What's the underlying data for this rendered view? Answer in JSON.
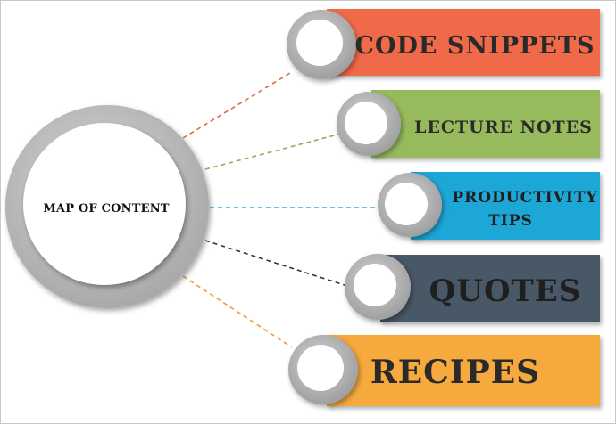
{
  "hub": {
    "label": "MAP OF CONTENT"
  },
  "items": [
    {
      "label": "CODE SNIPPETS",
      "color": "#f06a4a",
      "line_color": "#e36b43",
      "text_color": "#2a2a2a"
    },
    {
      "label": "LECTURE NOTES",
      "color": "#97bb5c",
      "line_color": "#8fae5a",
      "text_color": "#2a2a2a"
    },
    {
      "label_line1": "PRODUCTIVITY",
      "label_line2": "TIPS",
      "color": "#1aa7d6",
      "line_color": "#2ab0d8",
      "text_color": "#1f1f1f"
    },
    {
      "label": "QUOTES",
      "color": "#4a5866",
      "line_color": "#333333",
      "text_color": "#1f1f1f"
    },
    {
      "label": "RECIPES",
      "color": "#f6aa3c",
      "line_color": "#ef9a3c",
      "text_color": "#2a2a2a"
    }
  ]
}
